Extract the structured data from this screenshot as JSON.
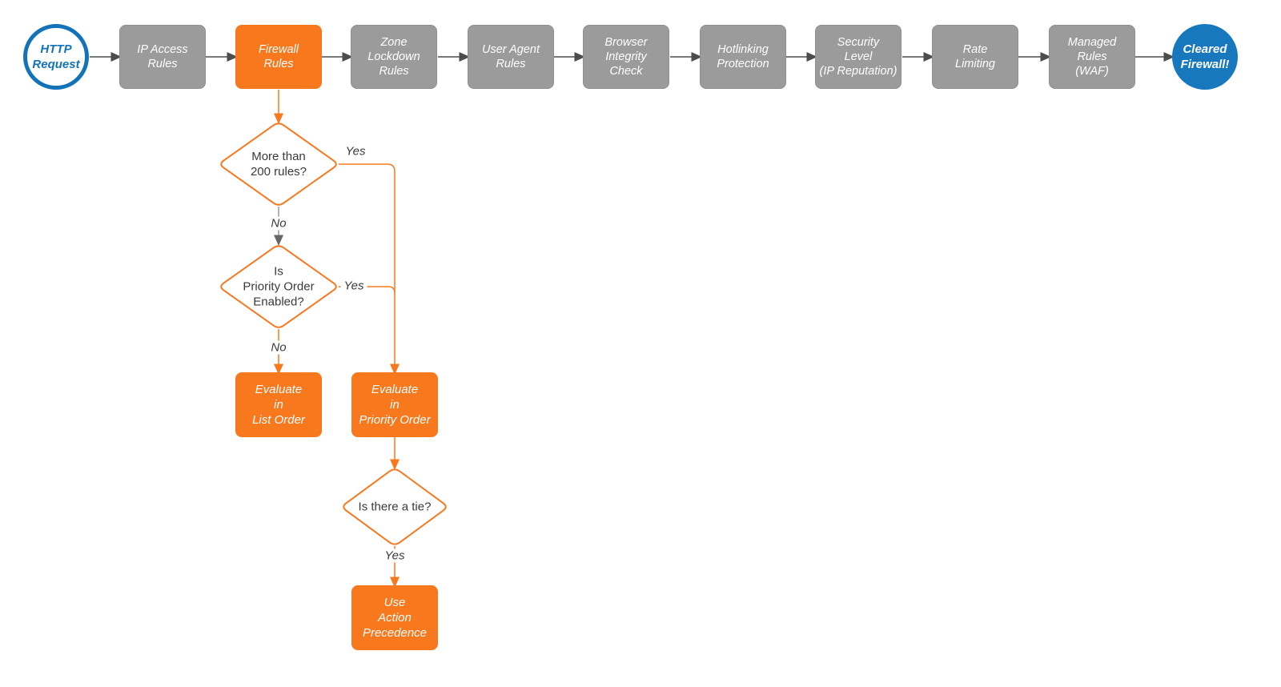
{
  "palette": {
    "orange": "#F7781D",
    "blue_outline": "#1273B9",
    "blue_fill": "#1778BE",
    "gray_node": "#9B9B9B",
    "arrow_dark": "#4D4D4D",
    "text_dark": "#3A3A3A"
  },
  "flow": {
    "start": {
      "label": "HTTP\nRequest"
    },
    "steps": [
      {
        "label": "IP Access\nRules",
        "state": "default"
      },
      {
        "label": "Firewall\nRules",
        "state": "active"
      },
      {
        "label": "Zone\nLockdown\nRules",
        "state": "default"
      },
      {
        "label": "User Agent\nRules",
        "state": "default"
      },
      {
        "label": "Browser\nIntegrity\nCheck",
        "state": "default"
      },
      {
        "label": "Hotlinking\nProtection",
        "state": "default"
      },
      {
        "label": "Security\nLevel\n(IP Reputation)",
        "state": "default"
      },
      {
        "label": "Rate\nLimiting",
        "state": "default"
      },
      {
        "label": "Managed\nRules\n(WAF)",
        "state": "default"
      }
    ],
    "end": {
      "label": "Cleared\nFirewall!"
    },
    "decisions": [
      {
        "label": "More than\n200 rules?",
        "yes": "Yes",
        "no": "No"
      },
      {
        "label": "Is\nPriority Order\nEnabled?",
        "yes": "Yes",
        "no": "No"
      },
      {
        "label": "Is there a tie?",
        "yes": "Yes"
      }
    ],
    "actions": [
      {
        "label": "Evaluate\nin\nList Order"
      },
      {
        "label": "Evaluate\nin\nPriority Order"
      },
      {
        "label": "Use\nAction\nPrecedence"
      }
    ]
  }
}
